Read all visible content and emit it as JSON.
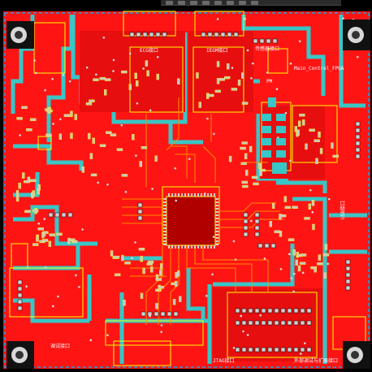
{
  "app": {
    "toolbar_buttons": [
      "select-tool-icon",
      "route-tool-icon",
      "via-tool-icon",
      "text-tool-icon",
      "measure-tool-icon",
      "zoom-tool-icon",
      "layer-tool-icon",
      "drc-tool-icon"
    ]
  },
  "board": {
    "colors": {
      "background": "#000000",
      "copper_top": "#ff1414",
      "keepout_outline": "#1e9bd7",
      "silkscreen": "#ffff00",
      "pad": "#c8c8c8",
      "trace_bottom": "#ff8c00",
      "highlight": "#39c6c6"
    },
    "labels": {
      "ecg": "ECG接口",
      "iegm": "IEGM接口",
      "main_control": "Main_Control_FPGA",
      "pm": "PM",
      "sensor": "传感器接口",
      "usb": "USB接口",
      "bottom_left": "调试接口",
      "bottom_mid": "JTAG接口",
      "bottom_right": "外部调试与扩展接口"
    }
  }
}
